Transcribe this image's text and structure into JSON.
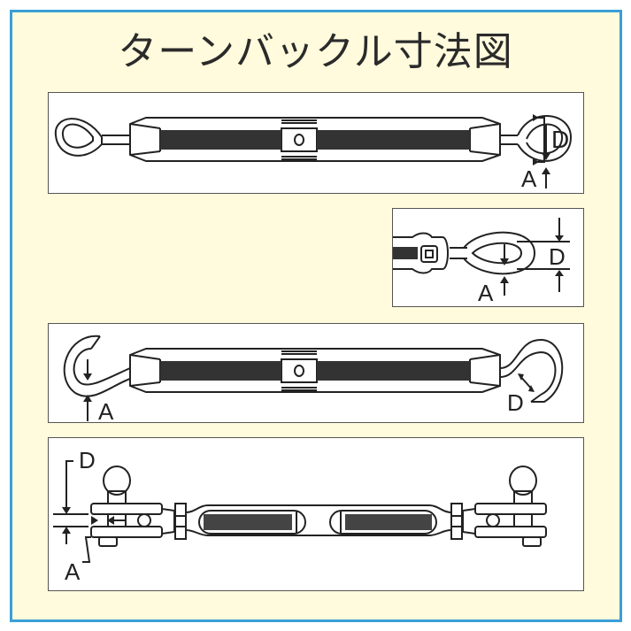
{
  "title": "ターンバックル寸法図",
  "colors": {
    "frame_border": "#3a9fd6",
    "frame_fill": "#fffbdc",
    "panel_fill": "#ffffff",
    "line": "#222222"
  },
  "panels": [
    {
      "name": "eye-eye-turnbuckle",
      "labels": {
        "d": "D",
        "a": "A"
      }
    },
    {
      "name": "eye-end-detail",
      "labels": {
        "d": "D",
        "a": "A"
      }
    },
    {
      "name": "hook-hook-turnbuckle",
      "labels": {
        "d": "D",
        "a": "A"
      }
    },
    {
      "name": "jaw-jaw-turnbuckle",
      "labels": {
        "d": "D",
        "a": "A"
      }
    }
  ]
}
